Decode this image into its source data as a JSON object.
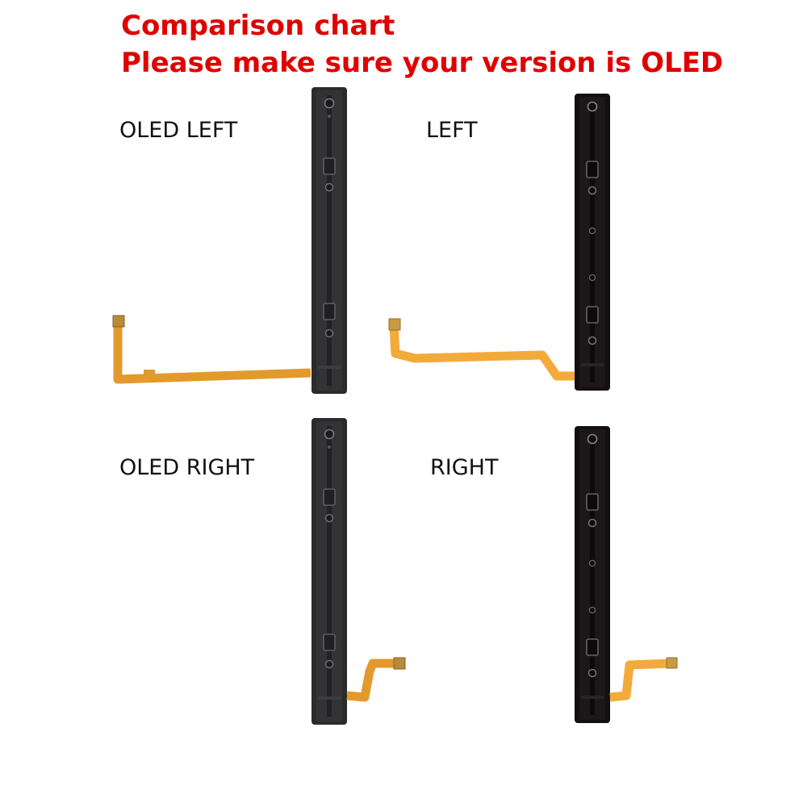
{
  "header": {
    "title": "Comparison chart",
    "subtitle": "Please make sure your version is OLED"
  },
  "panels": [
    {
      "label": "OLED LEFT",
      "variant": "oled",
      "side": "left"
    },
    {
      "label": "LEFT",
      "variant": "standard",
      "side": "left"
    },
    {
      "label": "OLED RIGHT",
      "variant": "oled",
      "side": "right"
    },
    {
      "label": "RIGHT",
      "variant": "standard",
      "side": "right"
    }
  ],
  "colors": {
    "heading_text": "#e00000",
    "label_text": "#111111",
    "oled_rail": "#2b2b2d",
    "standard_rail": "#141012",
    "oled_flex_cable": "#e39a2c",
    "standard_flex_cable": "#f2ab3a"
  }
}
